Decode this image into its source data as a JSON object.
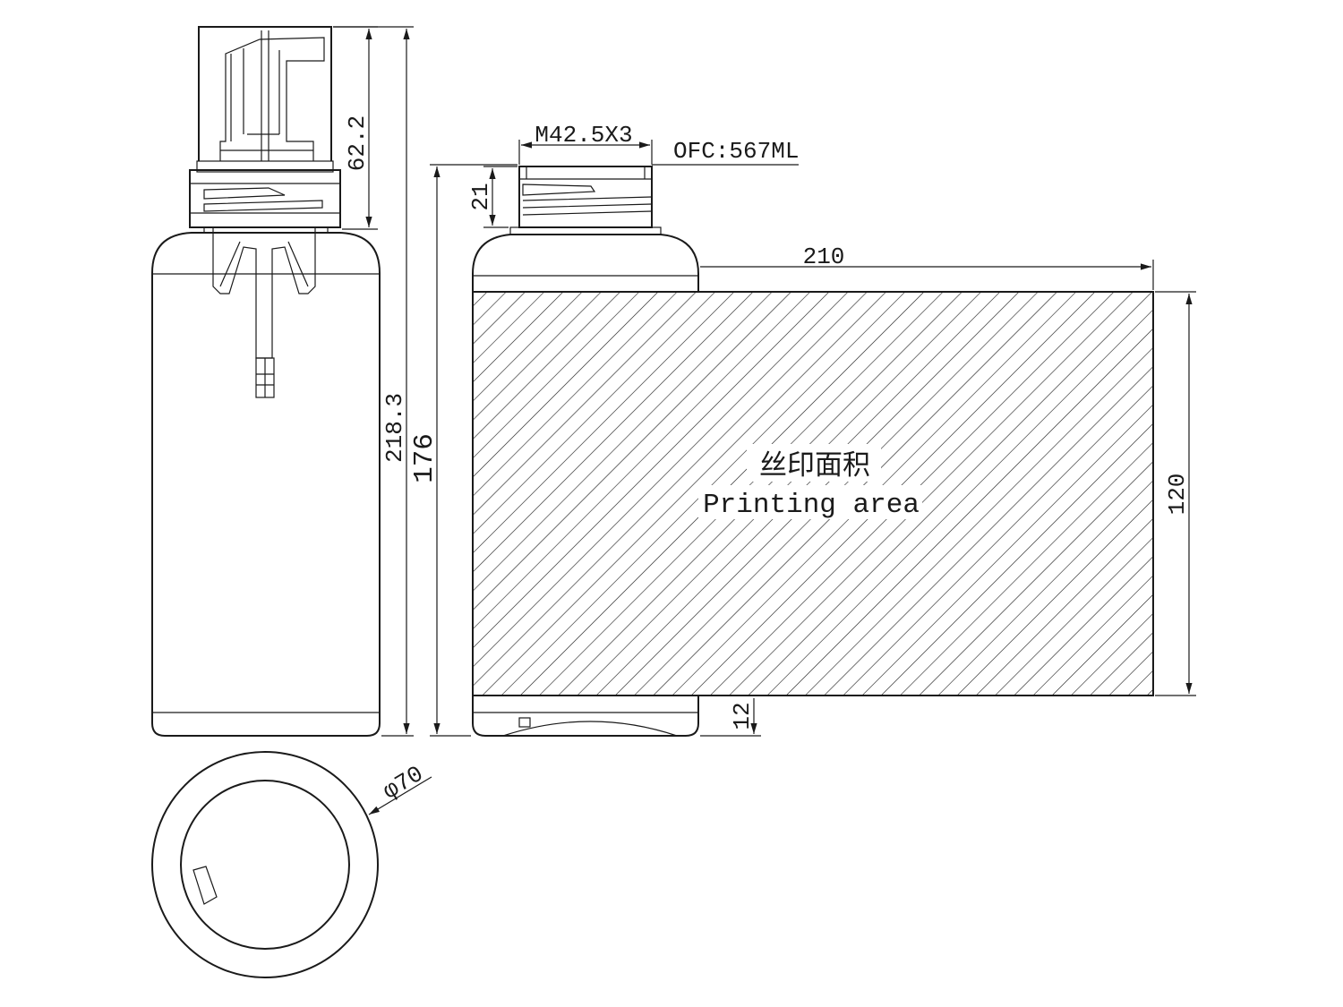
{
  "dimensions": {
    "pump_height": "62.2",
    "total_height_with_pump": "218.3",
    "bottle_height": "176",
    "neck_thread": "M42.5X3",
    "capacity": "OFC:567ML",
    "neck_height": "21",
    "print_width": "210",
    "print_height": "120",
    "bottom_margin": "12",
    "diameter": "φ70"
  },
  "printing_area": {
    "label_cn": "丝印面积",
    "label_en": "Printing area"
  }
}
